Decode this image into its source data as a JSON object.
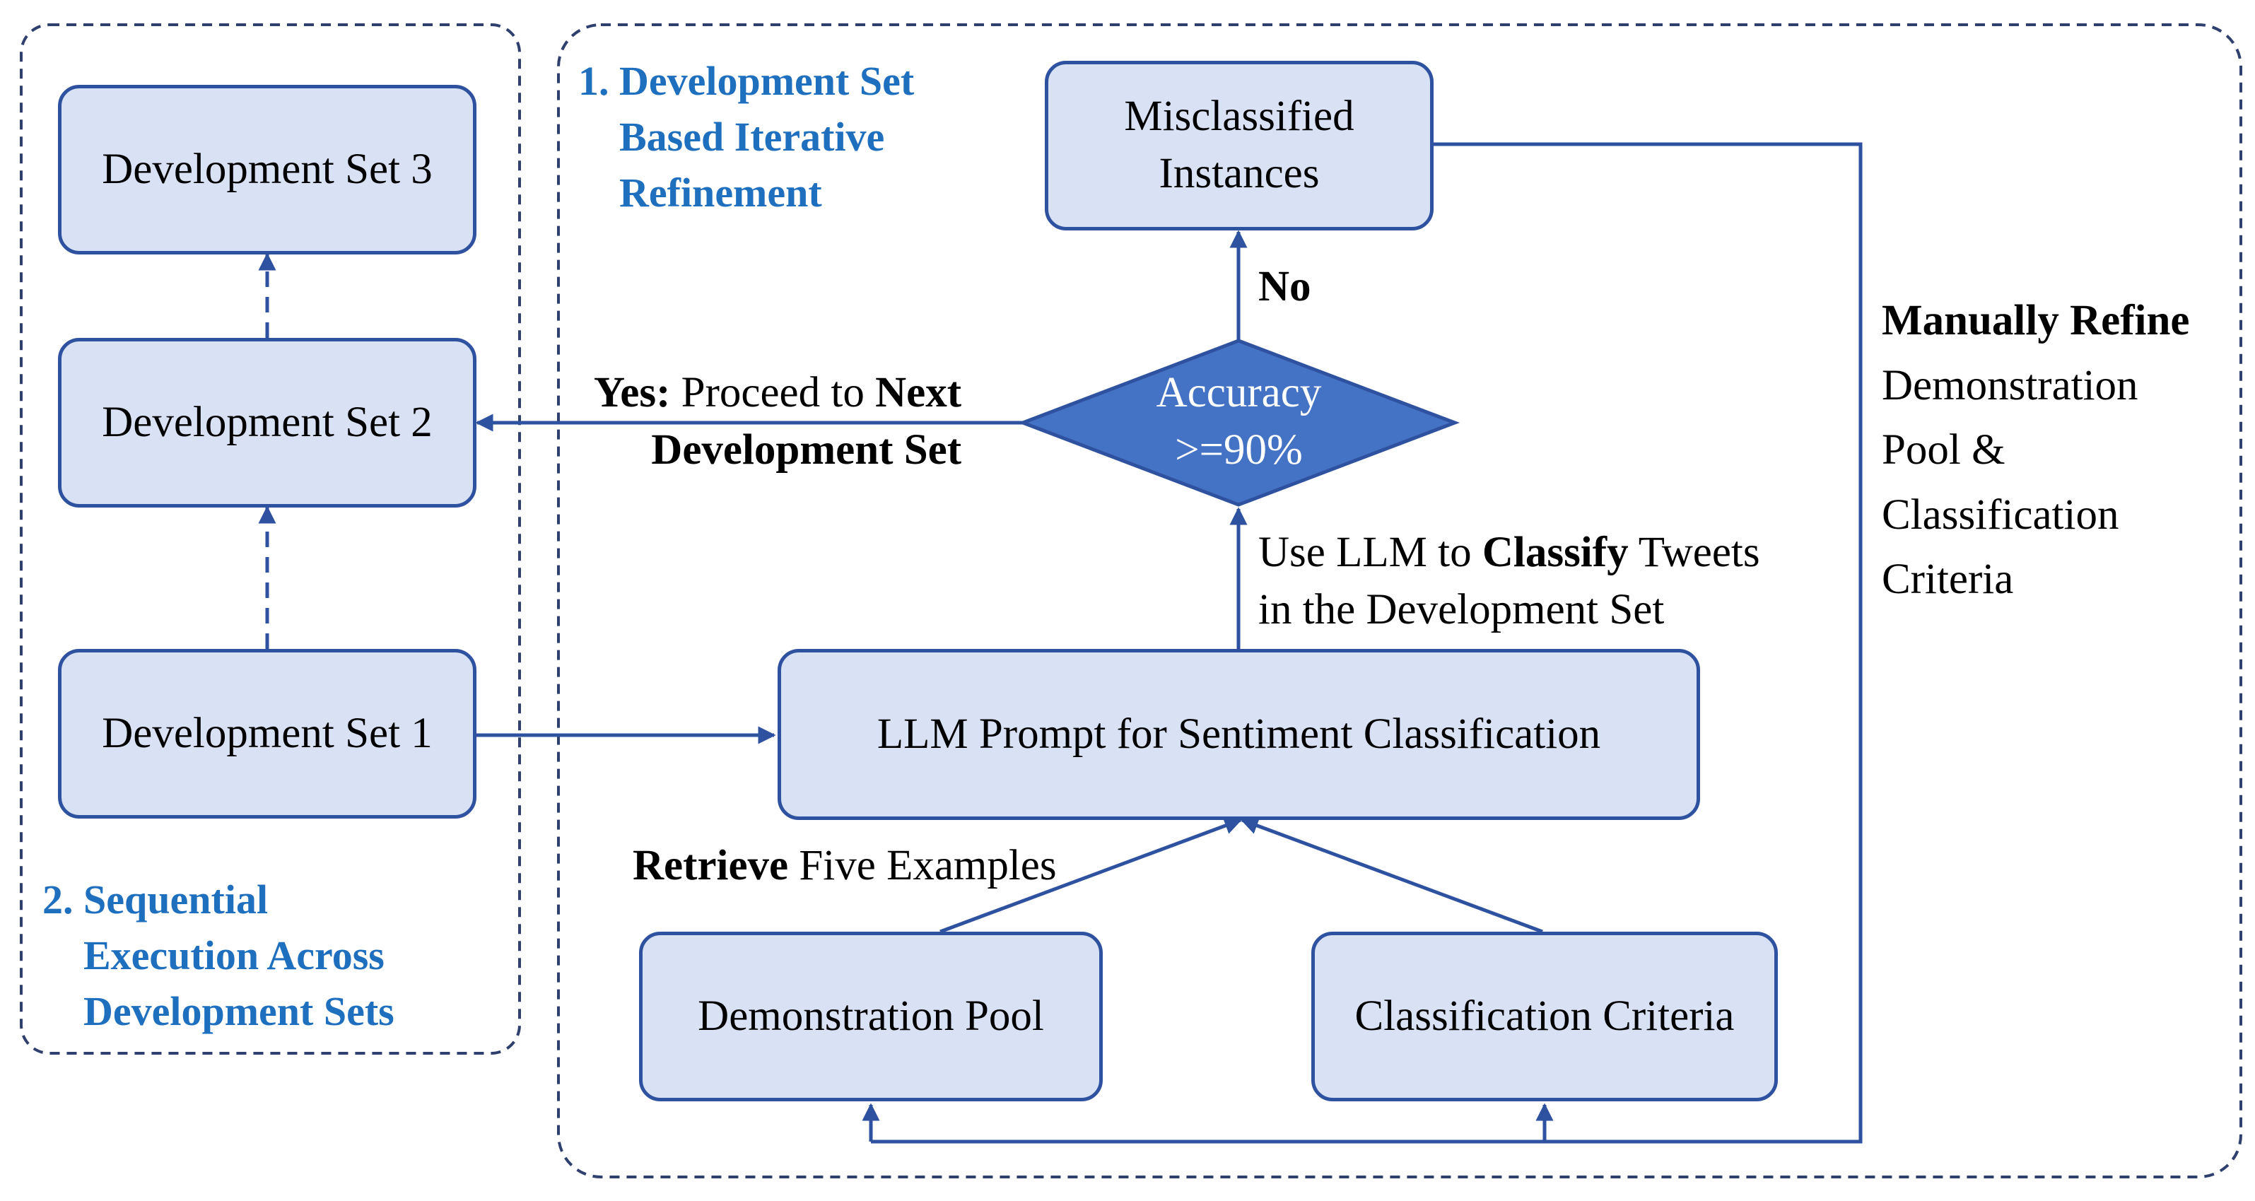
{
  "diagram": {
    "colors": {
      "box_fill": "#d9e1f4",
      "box_border": "#2f52a0",
      "arrow": "#2f52a0",
      "decision_fill": "#4472c4",
      "heading": "#1f6fbf"
    },
    "left_panel": {
      "heading_number": "2.",
      "heading_lines": [
        "Sequential",
        "Execution Across",
        "Development Sets"
      ],
      "sets": [
        "Development Set 1",
        "Development Set 2",
        "Development Set 3"
      ]
    },
    "right_panel": {
      "heading_number": "1.",
      "heading_lines": [
        "Development Set",
        "Based Iterative",
        "Refinement"
      ]
    },
    "nodes": {
      "misclassified": "Misclassified Instances",
      "decision": "Accuracy >=90%",
      "prompt": "LLM Prompt for Sentiment Classification",
      "demo_pool": "Demonstration Pool",
      "criteria": "Classification Criteria"
    },
    "edge_labels": {
      "no": "No",
      "yes": [
        [
          {
            "t": "Yes:",
            "b": true
          },
          {
            "t": " Proceed to ",
            "b": false
          },
          {
            "t": "Next",
            "b": true
          }
        ],
        [
          {
            "t": "Development Set",
            "b": true
          }
        ]
      ],
      "classify": [
        [
          {
            "t": "Use LLM to ",
            "b": false
          },
          {
            "t": "Classify",
            "b": true
          },
          {
            "t": " Tweets",
            "b": false
          }
        ],
        [
          {
            "t": "in the Development Set",
            "b": false
          }
        ]
      ],
      "retrieve": [
        [
          {
            "t": "Retrieve",
            "b": true
          },
          {
            "t": " Five Examples",
            "b": false
          }
        ]
      ],
      "refine": [
        [
          {
            "t": "Manually Refine",
            "b": true
          }
        ],
        [
          {
            "t": "Demonstration",
            "b": false
          }
        ],
        [
          {
            "t": "Pool &",
            "b": false
          }
        ],
        [
          {
            "t": "Classification",
            "b": false
          }
        ],
        [
          {
            "t": "Criteria",
            "b": false
          }
        ]
      ]
    }
  }
}
